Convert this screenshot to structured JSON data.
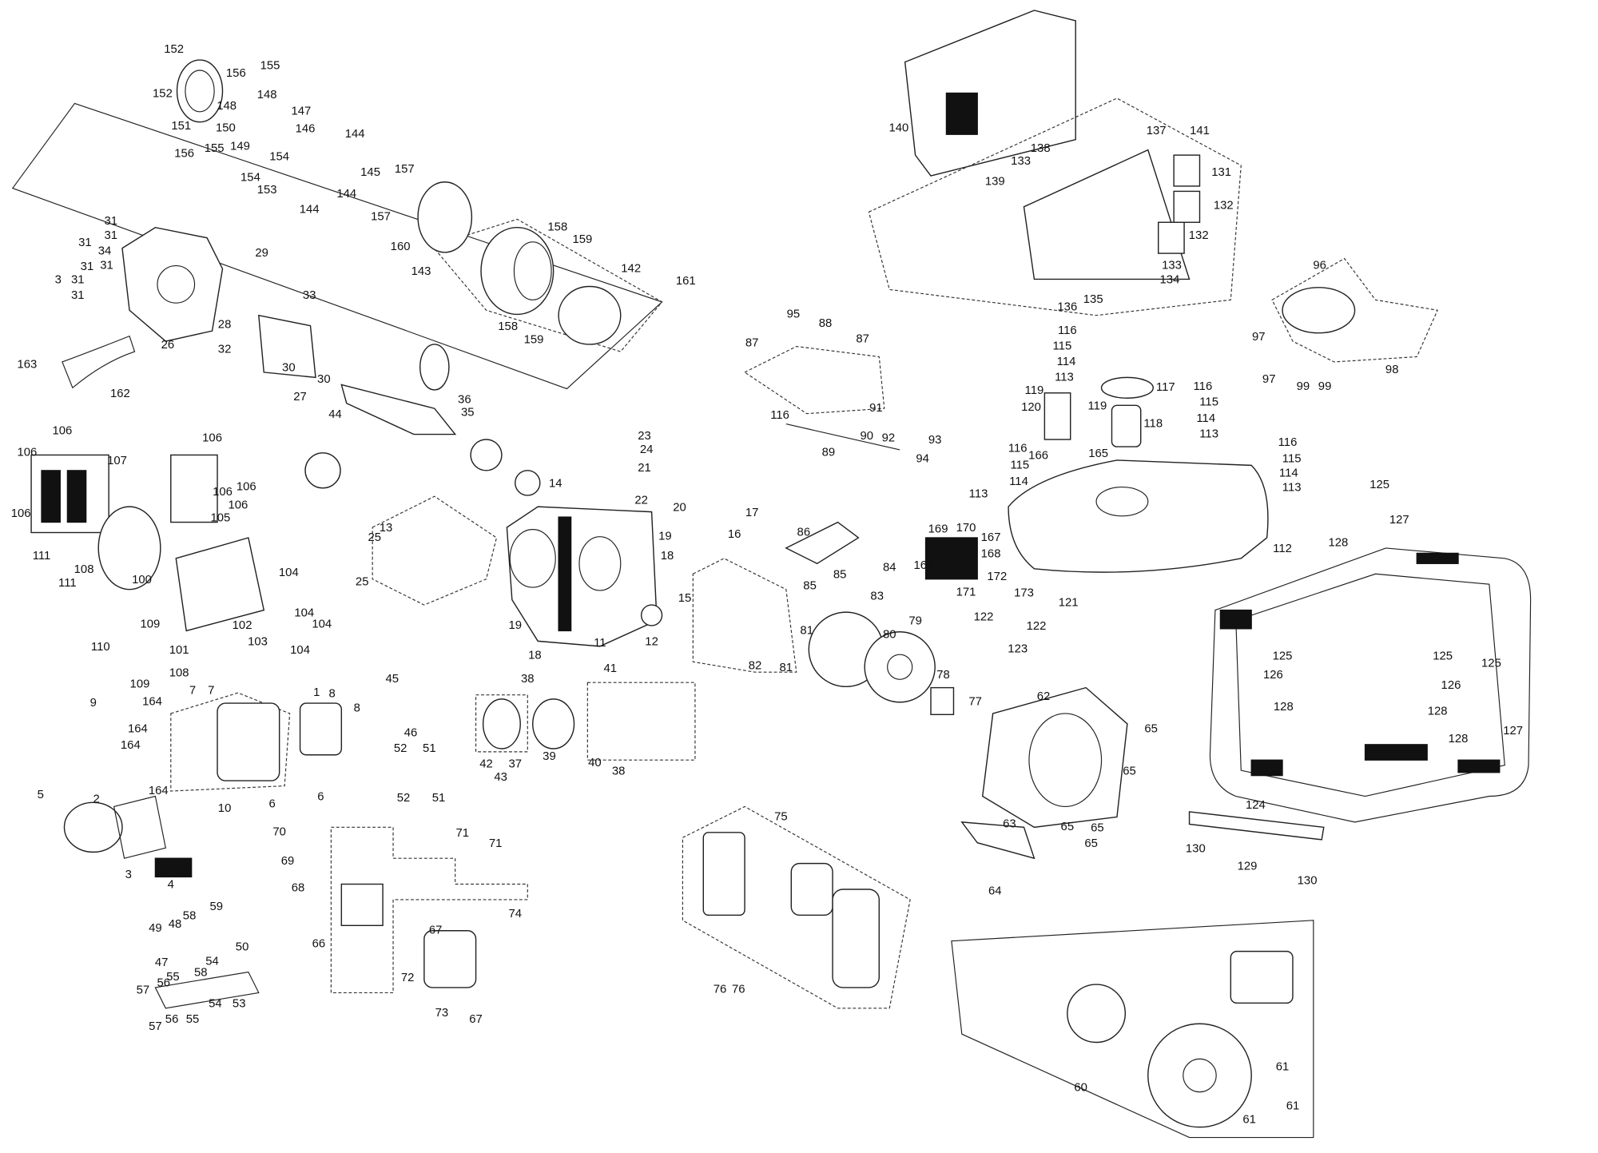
{
  "diagram": {
    "type": "exploded-parts-diagram",
    "part_labels": [
      "152",
      "152",
      "156",
      "155",
      "148",
      "148",
      "147",
      "151",
      "150",
      "149",
      "146",
      "144",
      "154",
      "156",
      "155",
      "154",
      "153",
      "145",
      "157",
      "144",
      "144",
      "157",
      "160",
      "158",
      "159",
      "142",
      "161",
      "143",
      "29",
      "31",
      "31",
      "31",
      "31",
      "31",
      "31",
      "31",
      "3",
      "34",
      "33",
      "28",
      "32",
      "26",
      "30",
      "30",
      "27",
      "158",
      "159",
      "163",
      "162",
      "36",
      "35",
      "44",
      "14",
      "23",
      "24",
      "21",
      "22",
      "20",
      "19",
      "17",
      "16",
      "18",
      "15",
      "13",
      "25",
      "25",
      "11",
      "12",
      "19",
      "18",
      "106",
      "106",
      "107",
      "106",
      "111",
      "108",
      "111",
      "100",
      "106",
      "106",
      "106",
      "106",
      "105",
      "104",
      "104",
      "104",
      "104",
      "102",
      "103",
      "101",
      "109",
      "110",
      "108",
      "109",
      "7",
      "7",
      "164",
      "9",
      "164",
      "164",
      "164",
      "1",
      "8",
      "8",
      "10",
      "6",
      "6",
      "45",
      "46",
      "52",
      "51",
      "52",
      "51",
      "38",
      "41",
      "42",
      "37",
      "43",
      "39",
      "40",
      "38",
      "5",
      "2",
      "3",
      "4",
      "70",
      "69",
      "68",
      "66",
      "71",
      "71",
      "67",
      "72",
      "73",
      "67",
      "74",
      "59",
      "58",
      "49",
      "48",
      "50",
      "47",
      "54",
      "55",
      "58",
      "56",
      "57",
      "54",
      "53",
      "57",
      "56",
      "55",
      "140",
      "137",
      "141",
      "138",
      "133",
      "131",
      "139",
      "132",
      "132",
      "133",
      "134",
      "136",
      "135",
      "96",
      "97",
      "97",
      "98",
      "99",
      "99",
      "95",
      "88",
      "87",
      "87",
      "116",
      "115",
      "114",
      "113",
      "117",
      "116",
      "119",
      "120",
      "119",
      "115",
      "114",
      "118",
      "113",
      "116",
      "91",
      "90",
      "92",
      "93",
      "89",
      "94",
      "116",
      "166",
      "165",
      "115",
      "114",
      "113",
      "116",
      "115",
      "114",
      "113",
      "125",
      "127",
      "128",
      "112",
      "86",
      "85",
      "84",
      "85",
      "83",
      "169",
      "170",
      "167",
      "168",
      "169",
      "172",
      "171",
      "173",
      "121",
      "122",
      "122",
      "123",
      "81",
      "82",
      "81",
      "80",
      "79",
      "78",
      "77",
      "62",
      "65",
      "65",
      "63",
      "65",
      "65",
      "65",
      "64",
      "75",
      "76",
      "76",
      "125",
      "125",
      "125",
      "126",
      "126",
      "127",
      "128",
      "128",
      "128",
      "124",
      "130",
      "129",
      "130",
      "60",
      "61",
      "61",
      "61"
    ]
  }
}
